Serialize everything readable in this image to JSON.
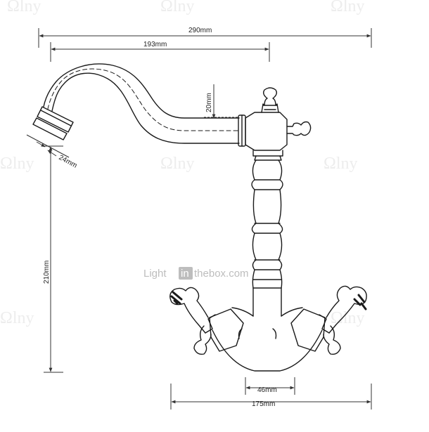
{
  "dimensions": {
    "total_width": "290mm",
    "spout_reach": "193mm",
    "spout_height": "20mm",
    "outlet_diameter": "24mm",
    "total_height": "210mm",
    "base_diameter": "46mm",
    "handle_span": "175mm"
  },
  "watermark": {
    "prefix": "Light",
    "boxed": "in",
    "suffix": "thebox.com"
  },
  "colors": {
    "line": "#1a1a1a",
    "dim_line": "#444444",
    "watermark": "#bdbdbd"
  }
}
